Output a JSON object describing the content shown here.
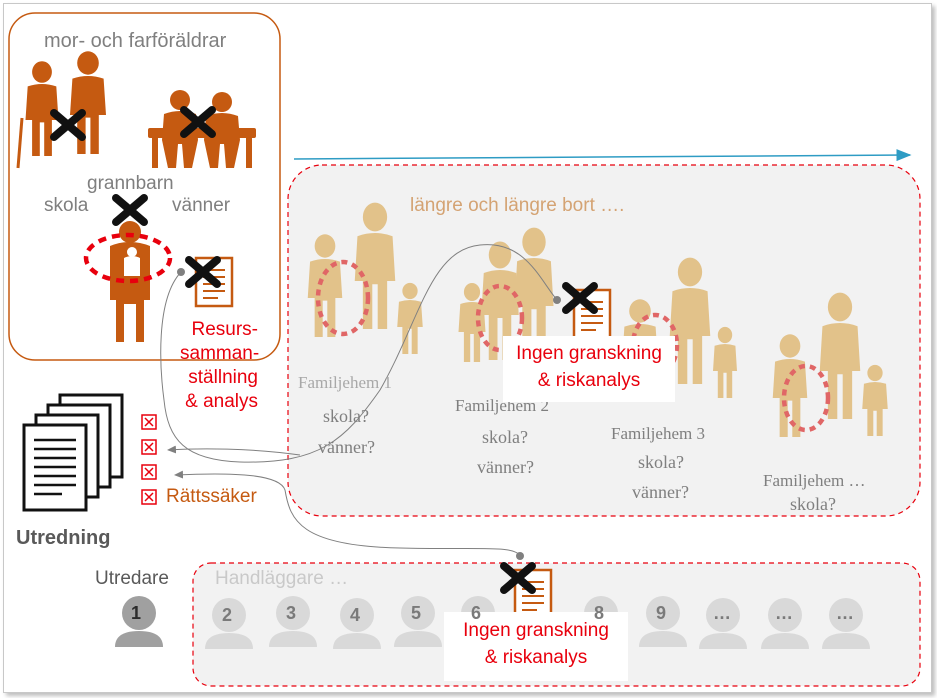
{
  "grandparents_label": "mor- och farföräldrar",
  "neighbor_kids_label": "grannbarn",
  "school_label": "skola",
  "friends_label": "vänner",
  "resource_label": [
    "Resurs-",
    "samman-",
    "ställning",
    "& analys"
  ],
  "further_label": "längre och längre bort ….",
  "foster_homes": [
    {
      "name": "Familjehem 1",
      "school": "skola?",
      "friends": "vänner?"
    },
    {
      "name": "Familjehem 2",
      "school": "skola?",
      "friends": "vänner?"
    },
    {
      "name": "Familjehem 3",
      "school": "skola?",
      "friends": "vänner?"
    },
    {
      "name": "Familjehem …",
      "school": "skola?",
      "friends": ""
    }
  ],
  "no_review_label": [
    "Ingen granskning",
    "& riskanalys"
  ],
  "investigation_label": "Utredning",
  "legal_secure_label": "Rättssäker",
  "investigator_label": "Utredare",
  "caseworkers_label": "Handläggare …",
  "caseworker_numbers": [
    "1",
    "2",
    "3",
    "4",
    "5",
    "6",
    "8",
    "9",
    "…",
    "…",
    "…"
  ],
  "colors": {
    "brown": "#c55a11",
    "tan": "#e2c28a",
    "red": "#e8000d",
    "grey_text": "#7f7f7f",
    "arrow": "#2e9cc4"
  }
}
